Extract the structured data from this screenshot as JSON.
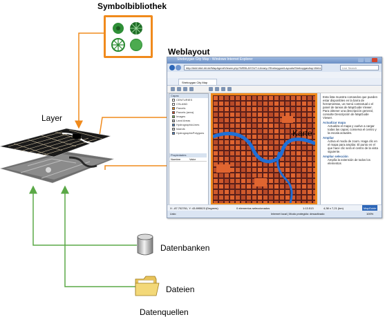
{
  "labels": {
    "symbol_library": "Symbolbibliothek",
    "weblayout": "Weblayout",
    "layer": "Layer",
    "karte": "Karte",
    "databases": "Datenbanken",
    "files": "Dateien",
    "data_sources": "Datenquellen"
  },
  "browser": {
    "title": "Sheboygan City Map - Windows Internet Explorer",
    "address": "http://###.###.##.##/MapAgent/Viewer.php?WEBLAYOUT=Library://Sheboygan/Layouts/SheboyganAsp.WebLayout",
    "search_placeholder": "Live Search",
    "tab_label": "Sheboygan City Map",
    "panel_title": "Capas",
    "layers": [
      {
        "name": "CENTURIES",
        "color": "#ffffff"
      },
      {
        "name": "CSLAND",
        "color": "#ffffff"
      },
      {
        "name": "Parcels",
        "color": "#f08a1c"
      },
      {
        "name": "Parcels (area)",
        "color": "#d24d2a"
      },
      {
        "name": "Images",
        "color": "#7ab55c"
      },
      {
        "name": "Land Areas",
        "color": "#b7b7b7"
      },
      {
        "name": "HydrographicLines",
        "color": "#4e82c7"
      },
      {
        "name": "Islands",
        "color": "#cccccc"
      },
      {
        "name": "HydrographicPolygons",
        "color": "#4e82c7"
      }
    ],
    "properties_title": "Propiedades",
    "properties_headers": [
      "Nombre",
      "Valor"
    ],
    "taskpane": {
      "intro": "Esta lista muestra comandos que pueden estar disponibles en la barra de herramientas, un menú contextual o el panel de tareas de MapGuide Viewer. Para obtener una descripción general, consulte Descripción de MapGuide Viewer.",
      "sections": [
        {
          "title": "Actualizar mapa",
          "body": "Actualiza el mapa y vuelve a cargar todas las capas; conserva el centro y la escala actuales."
        },
        {
          "title": "Ampliar",
          "body": "Activa el modo de zoom. Haga clic en el mapa para ampliar. El punto en el que hace clic será el centro de la vista siguiente."
        },
        {
          "title": "Ampliar selección",
          "body": "Amplía la extensión de todos los elementos"
        }
      ]
    },
    "status_coords": "X: -87.702761, Y: 43.895523 (Degrees)",
    "status_selected": "0 elementos seleccionados",
    "status_scale": "1:13.513",
    "status_size": "4,38 x 7,21 (km)",
    "status_brand": "MapGuide",
    "ie_status": "Internet local | Modo protegido: desactivado",
    "ie_zoom": "100%",
    "ie_left": "Listo"
  },
  "colors": {
    "accent": "#f08a1c",
    "arrow_green": "#5aa846",
    "map_red": "#c8562b",
    "map_dark": "#4a1a1a",
    "river": "#1f6fd6"
  },
  "icons": [
    "tree-symbol-icon",
    "database-icon",
    "folder-icon",
    "window-close-icon"
  ]
}
